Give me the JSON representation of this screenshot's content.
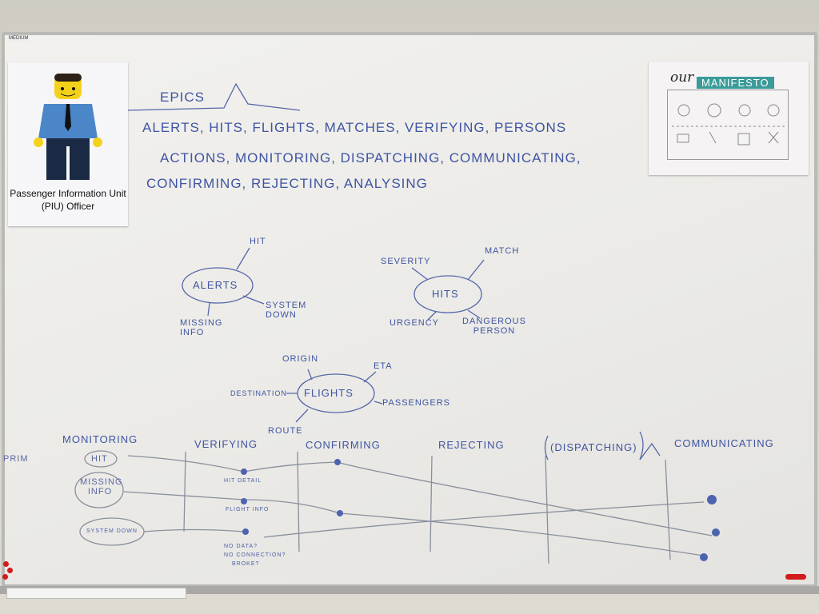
{
  "board_label": "MEDIUM",
  "poster": {
    "caption": "Passenger Information Unit (PIU) Officer"
  },
  "manifesto": {
    "prefix": "our",
    "title": "MANIFESTO"
  },
  "epics": {
    "title": "EPICS",
    "lines": [
      "ALERTS, HITS, FLIGHTS, MATCHES, VERIFYING, PERSONS",
      "ACTIONS, MONITORING, DISPATCHING, COMMUNICATING,",
      "CONFIRMING, REJECTING, ANALYSING"
    ]
  },
  "mindmaps": {
    "alerts": {
      "center": "ALERTS",
      "hit": "HIT",
      "system_down": "SYSTEM DOWN",
      "missing_info": "MISSING INFO"
    },
    "hits": {
      "center": "HITS",
      "severity": "SEVERITY",
      "match": "MATCH",
      "urgency": "URGENCY",
      "dangerous_person": "DANGEROUS PERSON"
    },
    "flights": {
      "center": "FLIGHTS",
      "origin": "ORIGIN",
      "eta": "ETA",
      "destination": "DESTINATION",
      "passengers": "PASSENGERS",
      "route": "ROUTE"
    }
  },
  "swimlane": {
    "row_label": "PRIM",
    "columns": [
      "MONITORING",
      "VERIFYING",
      "CONFIRMING",
      "REJECTING",
      "(DISPATCHING)",
      "COMMUNICATING"
    ],
    "triggers": [
      "HIT",
      "MISSING INFO",
      "SYSTEM DOWN"
    ],
    "notes": [
      "HIT DETAIL",
      "FLIGHT INFO",
      "NO DATA?",
      "NO CONNECTION?",
      "BROKE?"
    ]
  }
}
